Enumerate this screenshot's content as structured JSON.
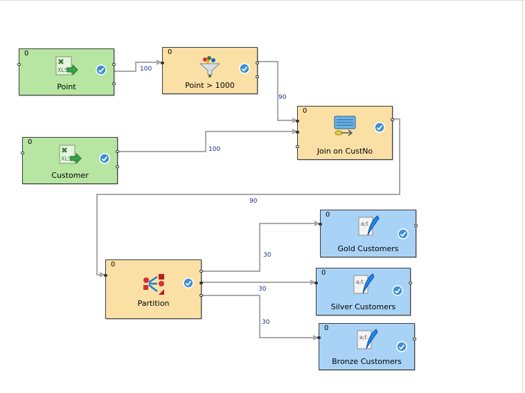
{
  "nodes": {
    "point": {
      "label": "Point",
      "count": "0",
      "color": "#b6e6a2",
      "icon": "xls-reader-icon"
    },
    "filter": {
      "label": "Point > 1000",
      "count": "0",
      "color": "#fbe0a6",
      "icon": "filter-funnel-icon"
    },
    "customer": {
      "label": "Customer",
      "count": "0",
      "color": "#b6e6a2",
      "icon": "xls-reader-icon"
    },
    "join": {
      "label": "Join on CustNo",
      "count": "0",
      "color": "#fbe0a6",
      "icon": "keyboard-join-icon"
    },
    "partition": {
      "label": "Partition",
      "count": "0",
      "color": "#fbe0a6",
      "icon": "partition-shapes-icon"
    },
    "gold": {
      "label": "Gold Customers",
      "count": "0",
      "color": "#a9d3f6",
      "icon": "text-writer-quill-icon"
    },
    "silver": {
      "label": "Silver Customers",
      "count": "0",
      "color": "#a9d3f6",
      "icon": "text-writer-quill-icon"
    },
    "bronze": {
      "label": "Bronze Customers",
      "count": "0",
      "color": "#a9d3f6",
      "icon": "text-writer-quill-icon"
    }
  },
  "edges": {
    "point_filter": "100",
    "filter_join": "90",
    "customer_join": "100",
    "join_partition": "90",
    "partition_gold": "30",
    "partition_silver": "30",
    "partition_bronze": "30"
  },
  "colors": {
    "edge": "#a8a8a8",
    "edge_label": "#1b2f8a",
    "check": "#3b8fd6"
  }
}
